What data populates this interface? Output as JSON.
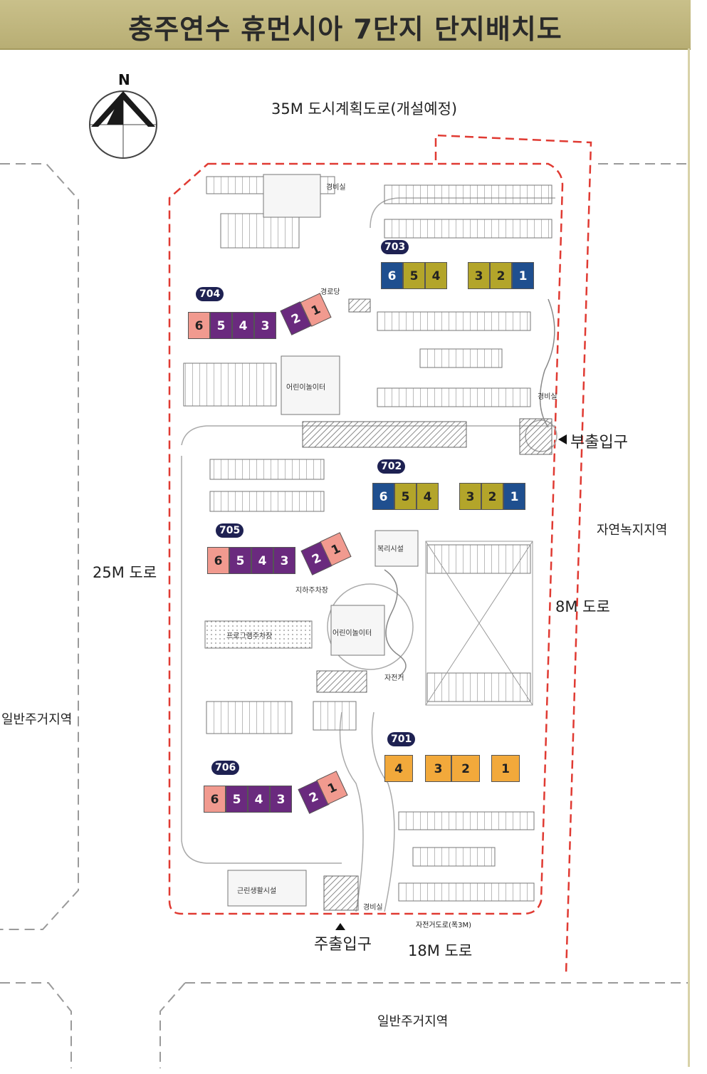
{
  "title": "충주연수 휴먼시아 7단지 단지배치도",
  "compass": {
    "label": "N"
  },
  "roads": {
    "north": "35M 도시계획도로(개설예정)",
    "west": "25M 도로",
    "east": "8M 도로",
    "south": "18M 도로",
    "south_small": "자전거도로(폭3M)"
  },
  "zones": {
    "east": "자연녹지지역",
    "west": "일반주거지역",
    "south": "일반주거지역"
  },
  "entrances": {
    "main": "주출입구",
    "secondary": "부출입구"
  },
  "facilities": {
    "playground_north": "어린이놀이터",
    "playground_center": "어린이놀이터",
    "kindergarten": "근린생활시설",
    "program_parking": "프로그램주차장",
    "welfare": "복리시설",
    "guard_north": "경비실",
    "guard_east": "경비실",
    "guard_south": "경비실",
    "elderly": "경로당",
    "bicycle": "자전거",
    "ramp": "지하주차장"
  },
  "colors": {
    "pink": "#f19a8f",
    "purple": "#6a2a7e",
    "olive": "#b3a52a",
    "blue": "#1f4f8f",
    "orange": "#f2a93b",
    "boundary": "#e03a32",
    "label_bg": "#1e2152"
  },
  "buildings": [
    {
      "id": "703",
      "units": [
        "6",
        "5",
        "4",
        "3",
        "2",
        "1"
      ],
      "colors": [
        "blue",
        "olive",
        "olive",
        "olive",
        "olive",
        "blue"
      ]
    },
    {
      "id": "704",
      "units": [
        "6",
        "5",
        "4",
        "3",
        "2",
        "1"
      ],
      "colors": [
        "pink",
        "purple",
        "purple",
        "purple",
        "purple",
        "pink"
      ]
    },
    {
      "id": "702",
      "units": [
        "6",
        "5",
        "4",
        "3",
        "2",
        "1"
      ],
      "colors": [
        "blue",
        "olive",
        "olive",
        "olive",
        "olive",
        "blue"
      ]
    },
    {
      "id": "705",
      "units": [
        "6",
        "5",
        "4",
        "3",
        "2",
        "1"
      ],
      "colors": [
        "pink",
        "purple",
        "purple",
        "purple",
        "purple",
        "pink"
      ]
    },
    {
      "id": "701",
      "units": [
        "4",
        "3",
        "2",
        "1"
      ],
      "colors": [
        "orange",
        "orange",
        "orange",
        "orange"
      ]
    },
    {
      "id": "706",
      "units": [
        "6",
        "5",
        "4",
        "3",
        "2",
        "1"
      ],
      "colors": [
        "pink",
        "purple",
        "purple",
        "purple",
        "purple",
        "pink"
      ]
    }
  ]
}
